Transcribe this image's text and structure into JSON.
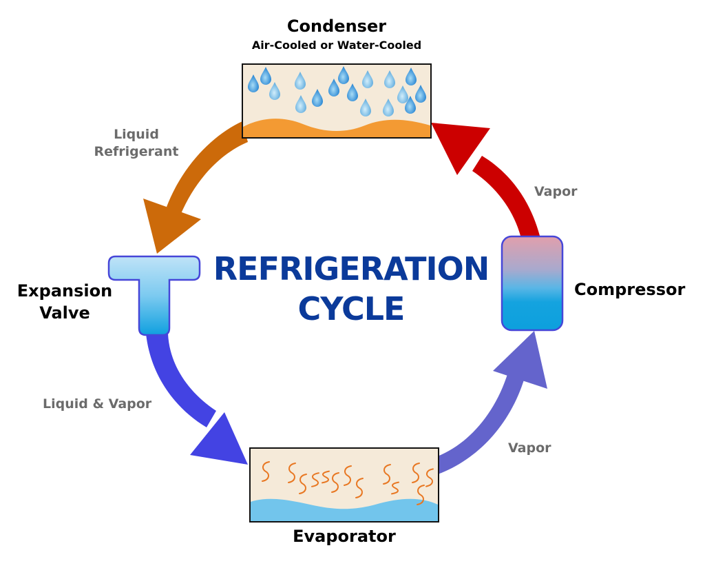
{
  "diagram": {
    "title_line1": "REFRIGERATION",
    "title_line2": "CYCLE",
    "title_color": "#0b3a9a",
    "components": {
      "condenser": {
        "name": "Condenser",
        "subtitle": "Air-Cooled or Water-Cooled"
      },
      "compressor": {
        "name": "Compressor"
      },
      "evaporator": {
        "name": "Evaporator"
      },
      "expansion_valve": {
        "name_line1": "Expansion",
        "name_line2": "Valve"
      }
    },
    "flows": {
      "condenser_to_valve": {
        "line1": "Liquid",
        "line2": "Refrigerant",
        "color": "#cc6a0a"
      },
      "valve_to_evaporator": {
        "label": "Liquid & Vapor",
        "color": "#4343e3"
      },
      "evaporator_to_compressor": {
        "label": "Vapor",
        "color": "#6464cc"
      },
      "compressor_to_condenser": {
        "label": "Vapor",
        "color": "#cc0000"
      }
    },
    "colors": {
      "box_fill": "#f5ead9",
      "condenser_wave": "#f39a33",
      "evaporator_wave": "#72c5ec",
      "heat_squiggle": "#e87722",
      "droplet": "#2b8fd9",
      "component_outline": "#4646d8"
    }
  }
}
